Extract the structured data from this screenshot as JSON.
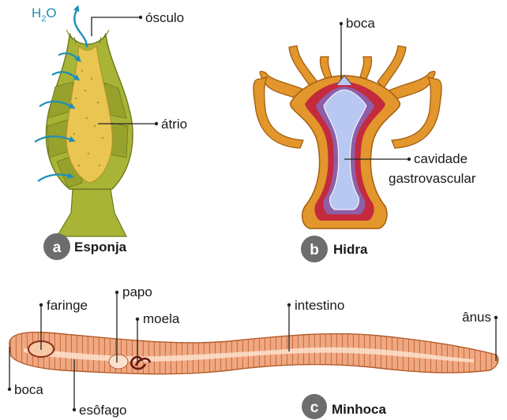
{
  "colors": {
    "water_arrow": "#1e8fb8",
    "badge": "#6d6d6d",
    "sponge_outer": "#a7b436",
    "sponge_inner": "#e9c552",
    "hydra_outer": "#e2962c",
    "hydra_mid": "#c42a3c",
    "hydra_cavity": "#b9c8f2",
    "worm_body": "#f0a882",
    "worm_gut": "#fbe0cc"
  },
  "panel_a": {
    "letter": "a",
    "title": "Esponja",
    "water_label": "H",
    "water_sub": "2",
    "water_tail": "O",
    "labels": {
      "osculo": "ósculo",
      "atrio": "átrio"
    }
  },
  "panel_b": {
    "letter": "b",
    "title": "Hidra",
    "labels": {
      "boca": "boca",
      "cavidade_line1": "cavidade",
      "cavidade_line2": "gastrovascular"
    }
  },
  "panel_c": {
    "letter": "c",
    "title": "Minhoca",
    "labels": {
      "faringe": "faringe",
      "papo": "papo",
      "moela": "moela",
      "intestino": "intestino",
      "anus": "ânus",
      "boca": "boca",
      "esofago": "esôfago"
    }
  }
}
